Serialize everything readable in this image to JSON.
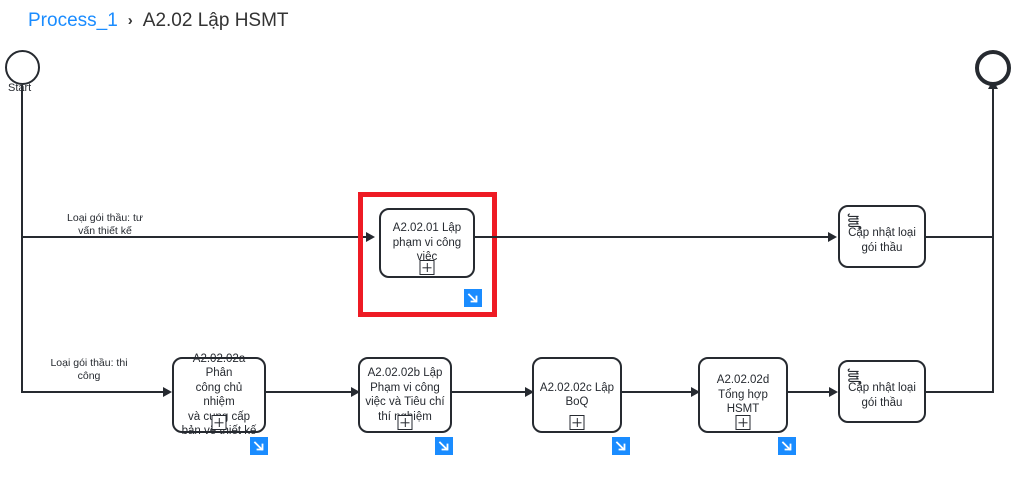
{
  "breadcrumb": {
    "parent": "Process_1",
    "separator": "›",
    "current": "A2.02 Lập HSMT"
  },
  "colors": {
    "link": "#1a8cff",
    "stroke": "#262a30",
    "selection": "#ee1b24",
    "drill_badge": "#1a8cff",
    "canvas": "#ffffff"
  },
  "diagram": {
    "type": "bpmn-process",
    "events": [
      {
        "id": "start",
        "kind": "start-event",
        "label": "Start"
      },
      {
        "id": "end",
        "kind": "end-event",
        "label": ""
      }
    ],
    "flow_labels": [
      {
        "id": "cond-top",
        "text": "Loại gói thầu: tư\nvấn thiết kế"
      },
      {
        "id": "cond-bottom",
        "text": "Loại gói thầu: thi\ncông"
      }
    ],
    "tasks": [
      {
        "id": "a20201",
        "label": "A2.02.01 Lập\nphạm vi công\nviệc",
        "kind": "collapsed-subprocess",
        "marker": "plus",
        "has_drilldown": true,
        "selected": true
      },
      {
        "id": "a20202a",
        "label": "A2.02.02a Phân\ncông chủ nhiệm\nvà cung cấp\nbản vẽ thiết kế",
        "kind": "collapsed-subprocess",
        "marker": "plus",
        "has_drilldown": true,
        "selected": false
      },
      {
        "id": "a20202b",
        "label": "A2.02.02b Lập\nPhạm vi công\nviệc và Tiêu chí\nthí nghiệm",
        "kind": "collapsed-subprocess",
        "marker": "plus",
        "has_drilldown": true,
        "selected": false
      },
      {
        "id": "a20202c",
        "label": "A2.02.02c Lập\nBoQ",
        "kind": "collapsed-subprocess",
        "marker": "plus",
        "has_drilldown": true,
        "selected": false
      },
      {
        "id": "a20202d",
        "label": "A2.02.02d\nTổng hợp\nHSMT",
        "kind": "collapsed-subprocess",
        "marker": "plus",
        "has_drilldown": true,
        "selected": false
      },
      {
        "id": "script-top",
        "label": "Cập nhật loại\ngói thầu",
        "kind": "script-task",
        "marker": "script",
        "has_drilldown": false,
        "selected": false
      },
      {
        "id": "script-bottom",
        "label": "Cập nhật loại\ngói thầu",
        "kind": "script-task",
        "marker": "script",
        "has_drilldown": false,
        "selected": false
      }
    ]
  }
}
